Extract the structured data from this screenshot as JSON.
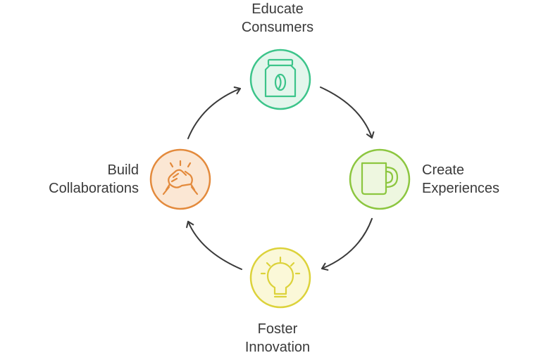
{
  "diagram": {
    "nodes": [
      {
        "id": "educate",
        "label_line1": "Educate",
        "label_line2": "Consumers",
        "icon": "coffee-jar-icon",
        "stroke": "#3cc48a",
        "fill": "#e3f6ec"
      },
      {
        "id": "create",
        "label_line1": "Create",
        "label_line2": "Experiences",
        "icon": "mug-icon",
        "stroke": "#8cc63f",
        "fill": "#eef7e0"
      },
      {
        "id": "foster",
        "label_line1": "Foster",
        "label_line2": "Innovation",
        "icon": "lightbulb-icon",
        "stroke": "#dcd23a",
        "fill": "#fbf8d8"
      },
      {
        "id": "build",
        "label_line1": "Build",
        "label_line2": "Collaborations",
        "icon": "handshake-icon",
        "stroke": "#e38a3c",
        "fill": "#fbe7d4"
      }
    ],
    "arrow_color": "#3a3a3a",
    "text_color": "#3a3a3a"
  }
}
